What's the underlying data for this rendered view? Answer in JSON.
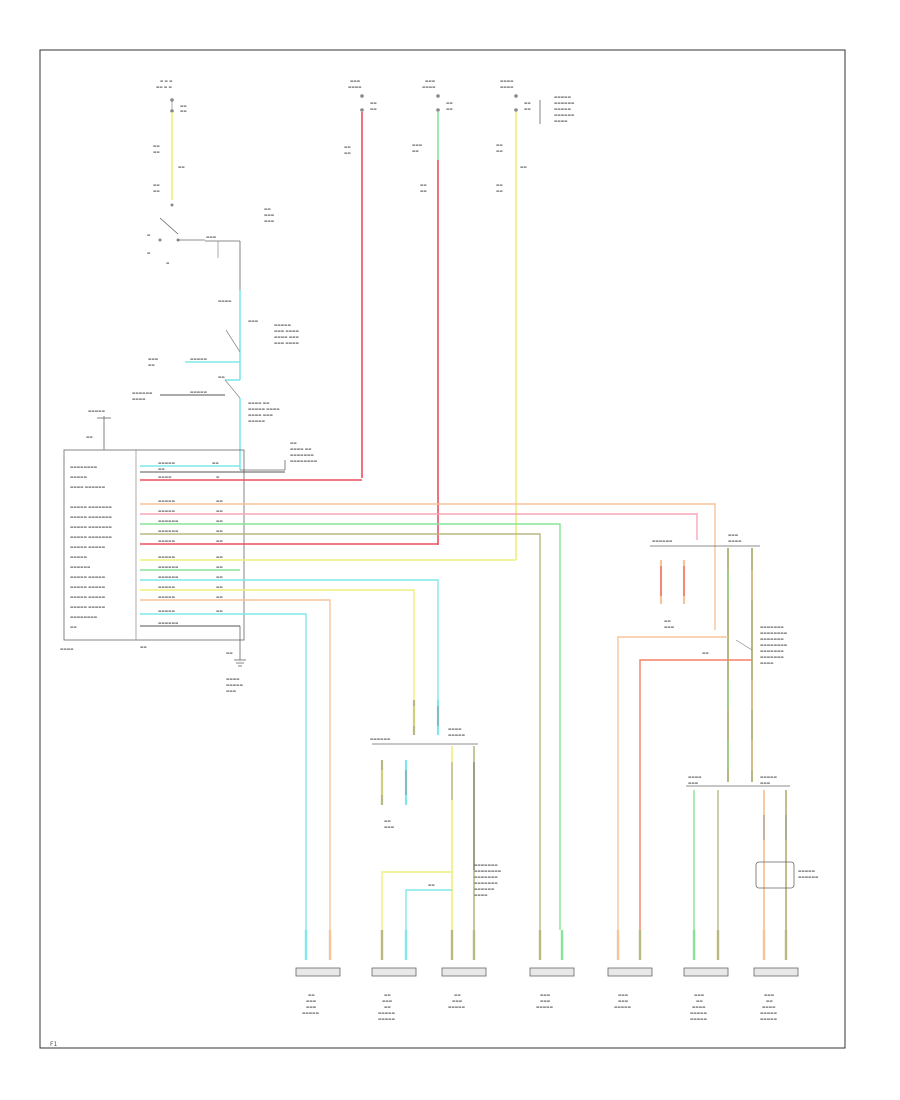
{
  "diagram": {
    "corner_label": "F1",
    "colors": {
      "red": "#ee4d5e",
      "pink": "#f7a7b8",
      "yellow": "#efef7a",
      "orange": "#f5c49a",
      "cyan": "#7fe8ea",
      "green": "#86e39a",
      "olive": "#b8b882",
      "gray": "#999999",
      "black": "#555555"
    },
    "icons": [
      "ground-symbol",
      "fuse-symbol",
      "switch-symbol",
      "connector-symbol",
      "speaker-symbol"
    ]
  }
}
